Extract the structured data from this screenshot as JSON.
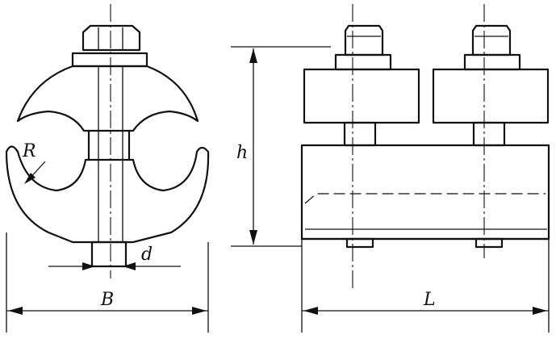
{
  "labels": {
    "R": "R",
    "d": "d",
    "B": "B",
    "h": "h",
    "L": "L"
  },
  "colors": {
    "line": "#111111",
    "background": "#ffffff"
  }
}
